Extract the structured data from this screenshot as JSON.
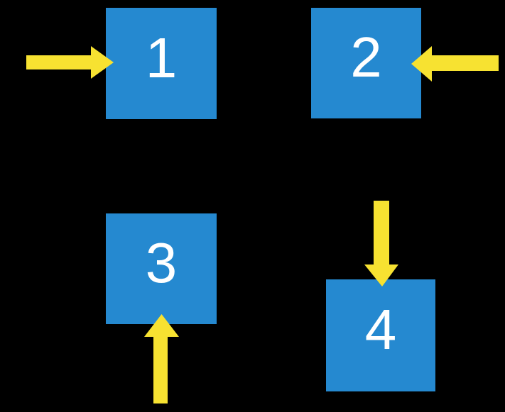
{
  "colors": {
    "background": "#000000",
    "square": "#2589d0",
    "arrow": "#f7e231",
    "number": "#ffffff"
  },
  "diagram": {
    "description": "Four blue numbered squares on black, each with a yellow arrow pointing into it from a different side",
    "squares": [
      {
        "label": "1",
        "arrow_direction": "right",
        "arrow_enters_side": "left"
      },
      {
        "label": "2",
        "arrow_direction": "left",
        "arrow_enters_side": "right"
      },
      {
        "label": "3",
        "arrow_direction": "up",
        "arrow_enters_side": "bottom"
      },
      {
        "label": "4",
        "arrow_direction": "down",
        "arrow_enters_side": "top"
      }
    ]
  }
}
